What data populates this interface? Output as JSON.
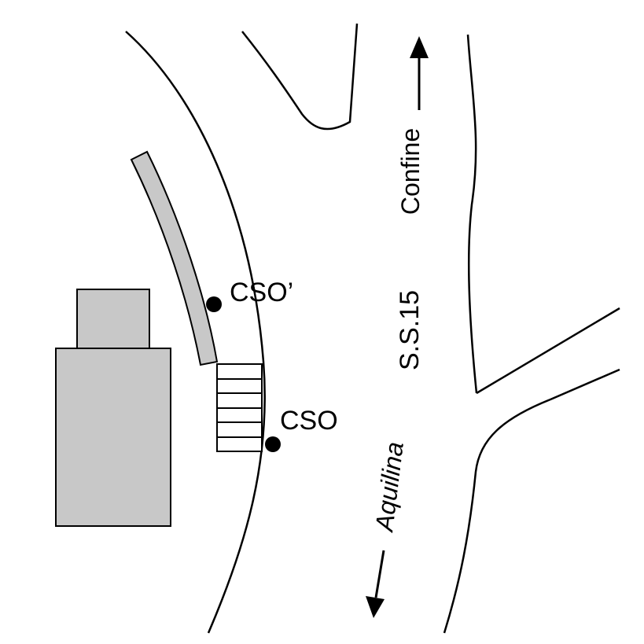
{
  "map": {
    "labels": {
      "cso": "CSO",
      "cso_prime": "CSO’",
      "road": "S.S.15",
      "toward_north": "Confine",
      "toward_south": "Aquilina"
    },
    "colors": {
      "stroke": "#000000",
      "building_fill": "#c8c8c8",
      "background": "#ffffff"
    }
  }
}
